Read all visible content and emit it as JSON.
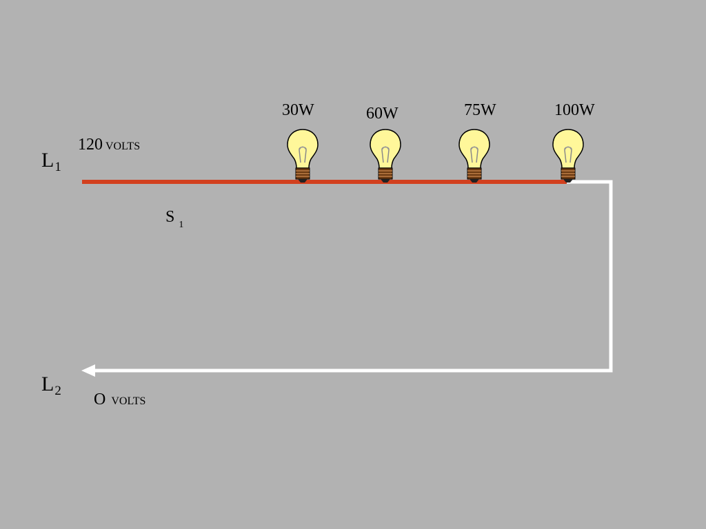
{
  "lines": {
    "l1": {
      "letter": "L",
      "sub": "1"
    },
    "l2": {
      "letter": "L",
      "sub": "2"
    }
  },
  "voltage_top": {
    "value": "120",
    "unit": "VOLTS"
  },
  "voltage_bottom": {
    "value": "O",
    "unit": "VOLTS"
  },
  "switch": {
    "letter": "S",
    "sub": "1"
  },
  "bulbs": [
    {
      "label": "30W"
    },
    {
      "label": "60W"
    },
    {
      "label": "75W"
    },
    {
      "label": "100W"
    }
  ],
  "colors": {
    "background": "#b2b2b2",
    "hot_wire": "#d2401e",
    "neutral_wire": "#ffffff",
    "bulb_glass": "#fff79a",
    "bulb_base": "#6b3a12"
  }
}
